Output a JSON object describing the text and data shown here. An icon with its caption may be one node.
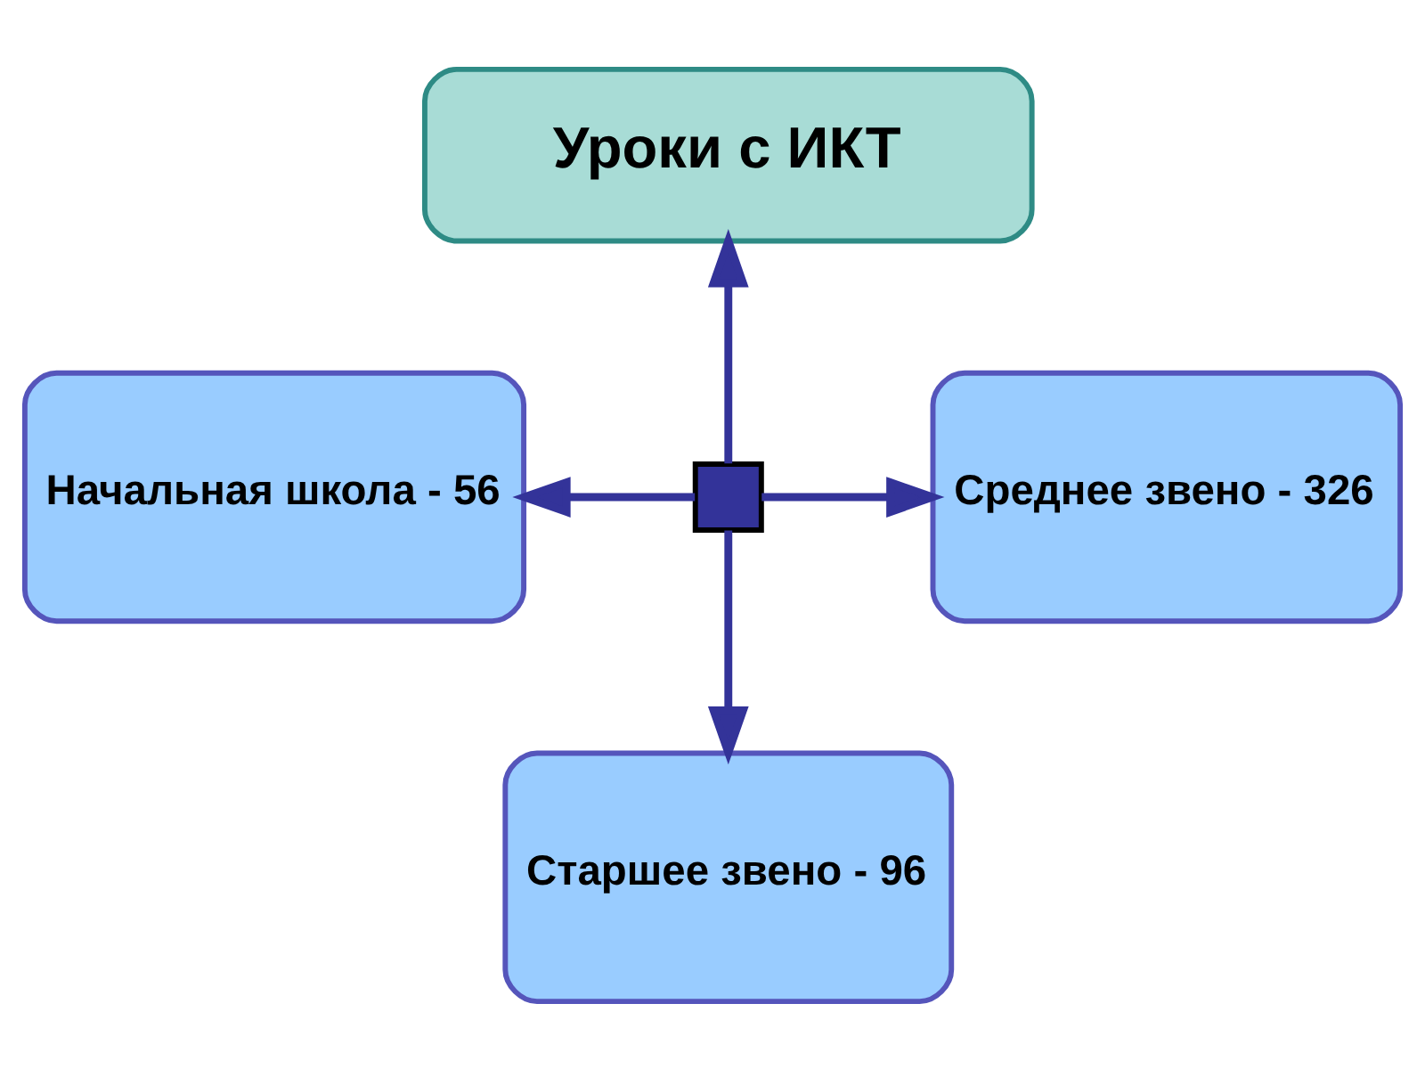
{
  "diagram": {
    "nodes": [
      {
        "text": [
          "Уроки с ИКТ"
        ]
      },
      {
        "text": [
          "Начальная школа - 56"
        ]
      },
      {
        "text": [
          "Среднее звено - 326"
        ]
      },
      {
        "text": [
          "Старшее звено - 96"
        ]
      },
      {
        "text": [],
        "shape": "box"
      }
    ],
    "edges": [
      {
        "from": 4,
        "to": 0,
        "arrow": "to"
      },
      {
        "from": 4,
        "to": 1,
        "arrow": "to"
      },
      {
        "from": 4,
        "to": 2,
        "arrow": "to"
      },
      {
        "from": 4,
        "to": 3,
        "arrow": "to"
      }
    ]
  }
}
